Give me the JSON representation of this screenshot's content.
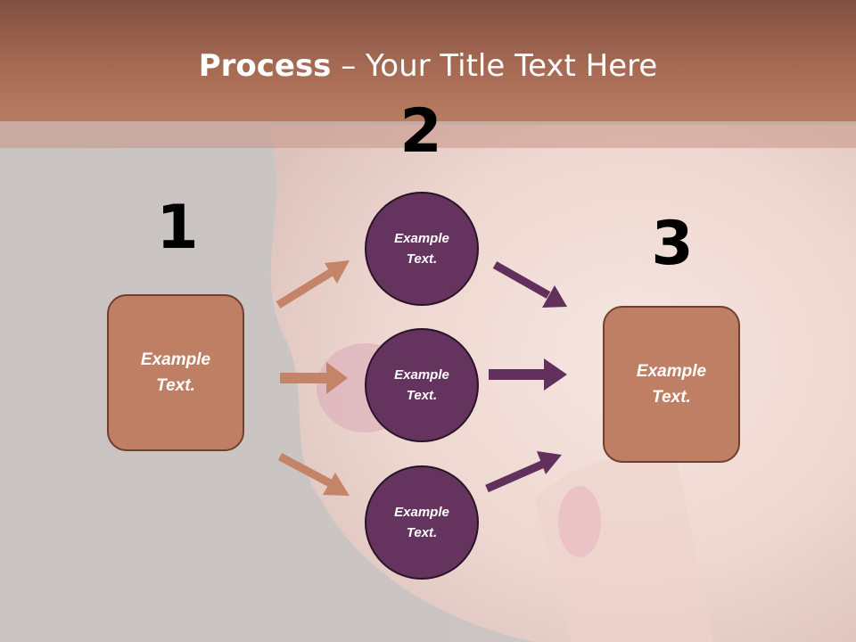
{
  "title": {
    "bold": "Process",
    "rest": " – Your Title Text Here"
  },
  "steps": {
    "s1": {
      "number": "1",
      "text": "Example\nText."
    },
    "s2": {
      "number": "2",
      "items": [
        "Example\nText.",
        "Example\nText.",
        "Example\nText."
      ]
    },
    "s3": {
      "number": "3",
      "text": "Example\nText."
    }
  },
  "colors": {
    "header": "#a66a53",
    "box": "#bf7f64",
    "circle": "#64345f",
    "arrow_in": "#c48467",
    "arrow_out": "#62305c"
  }
}
